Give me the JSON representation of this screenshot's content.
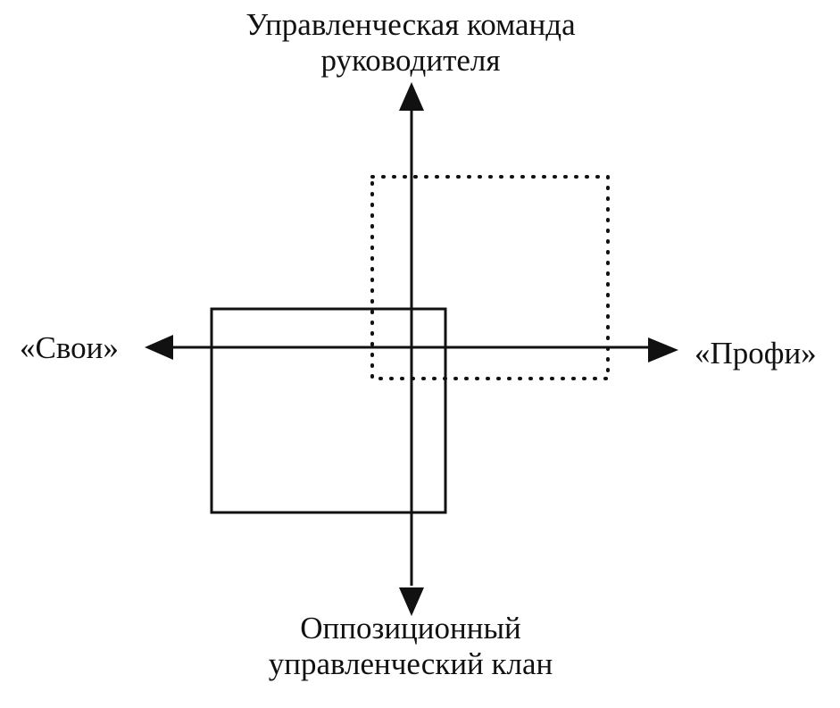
{
  "labels": {
    "top_line1": "Управленческая команда",
    "top_line2": "руководителя",
    "bottom_line1": "Оппозиционный",
    "bottom_line2": "управленческий клан",
    "left": "«Свои»",
    "right": "«Профи»"
  },
  "colors": {
    "ink": "#111111",
    "background": "#ffffff"
  },
  "shapes": {
    "solid_box": "solid-rectangle",
    "dotted_box": "dotted-rectangle"
  }
}
